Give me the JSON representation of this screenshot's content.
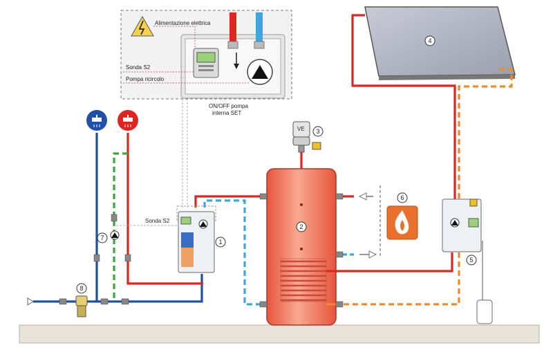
{
  "labels": {
    "power_supply": "Alimentazione elettrica",
    "sensor_s2_top": "Sonda S2",
    "recirc_pump": "Pompa ricircolo",
    "onoff_line1": "ON/OFF pompa",
    "onoff_line2": "interna SET",
    "sensor_s2_mid": "Sonda S2",
    "expansion_vessel": "VE"
  },
  "markers": [
    "1",
    "2",
    "3",
    "4",
    "5",
    "6",
    "7",
    "8"
  ],
  "colors": {
    "hot": "#e02520",
    "cold": "#1f4fa8",
    "cold_dashed": "#3aa8e0",
    "solar_return": "#f08a2a",
    "recirc": "#3aa83a",
    "tank": "#f07a60",
    "floor": "#e8e4dc",
    "boiler_icon": "#e8702a"
  },
  "icons": [
    "shower-cold-icon",
    "shower-hot-icon",
    "flame-icon",
    "electric-warning-icon",
    "pump-icon"
  ]
}
